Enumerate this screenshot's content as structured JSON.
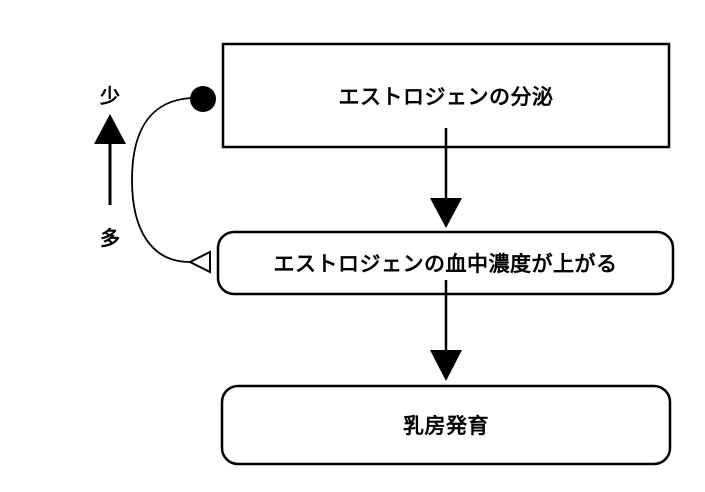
{
  "diagram": {
    "boxes": [
      {
        "id": "secretion",
        "label": "エストロジェンの分泌"
      },
      {
        "id": "blood_level",
        "label": "エストロジェンの血中濃度が上がる"
      },
      {
        "id": "breast_development",
        "label": "乳房発育"
      }
    ],
    "feedback_scale": {
      "top_label": "少",
      "bottom_label": "多"
    },
    "colors": {
      "stroke": "#000000",
      "fill": "#ffffff"
    }
  }
}
